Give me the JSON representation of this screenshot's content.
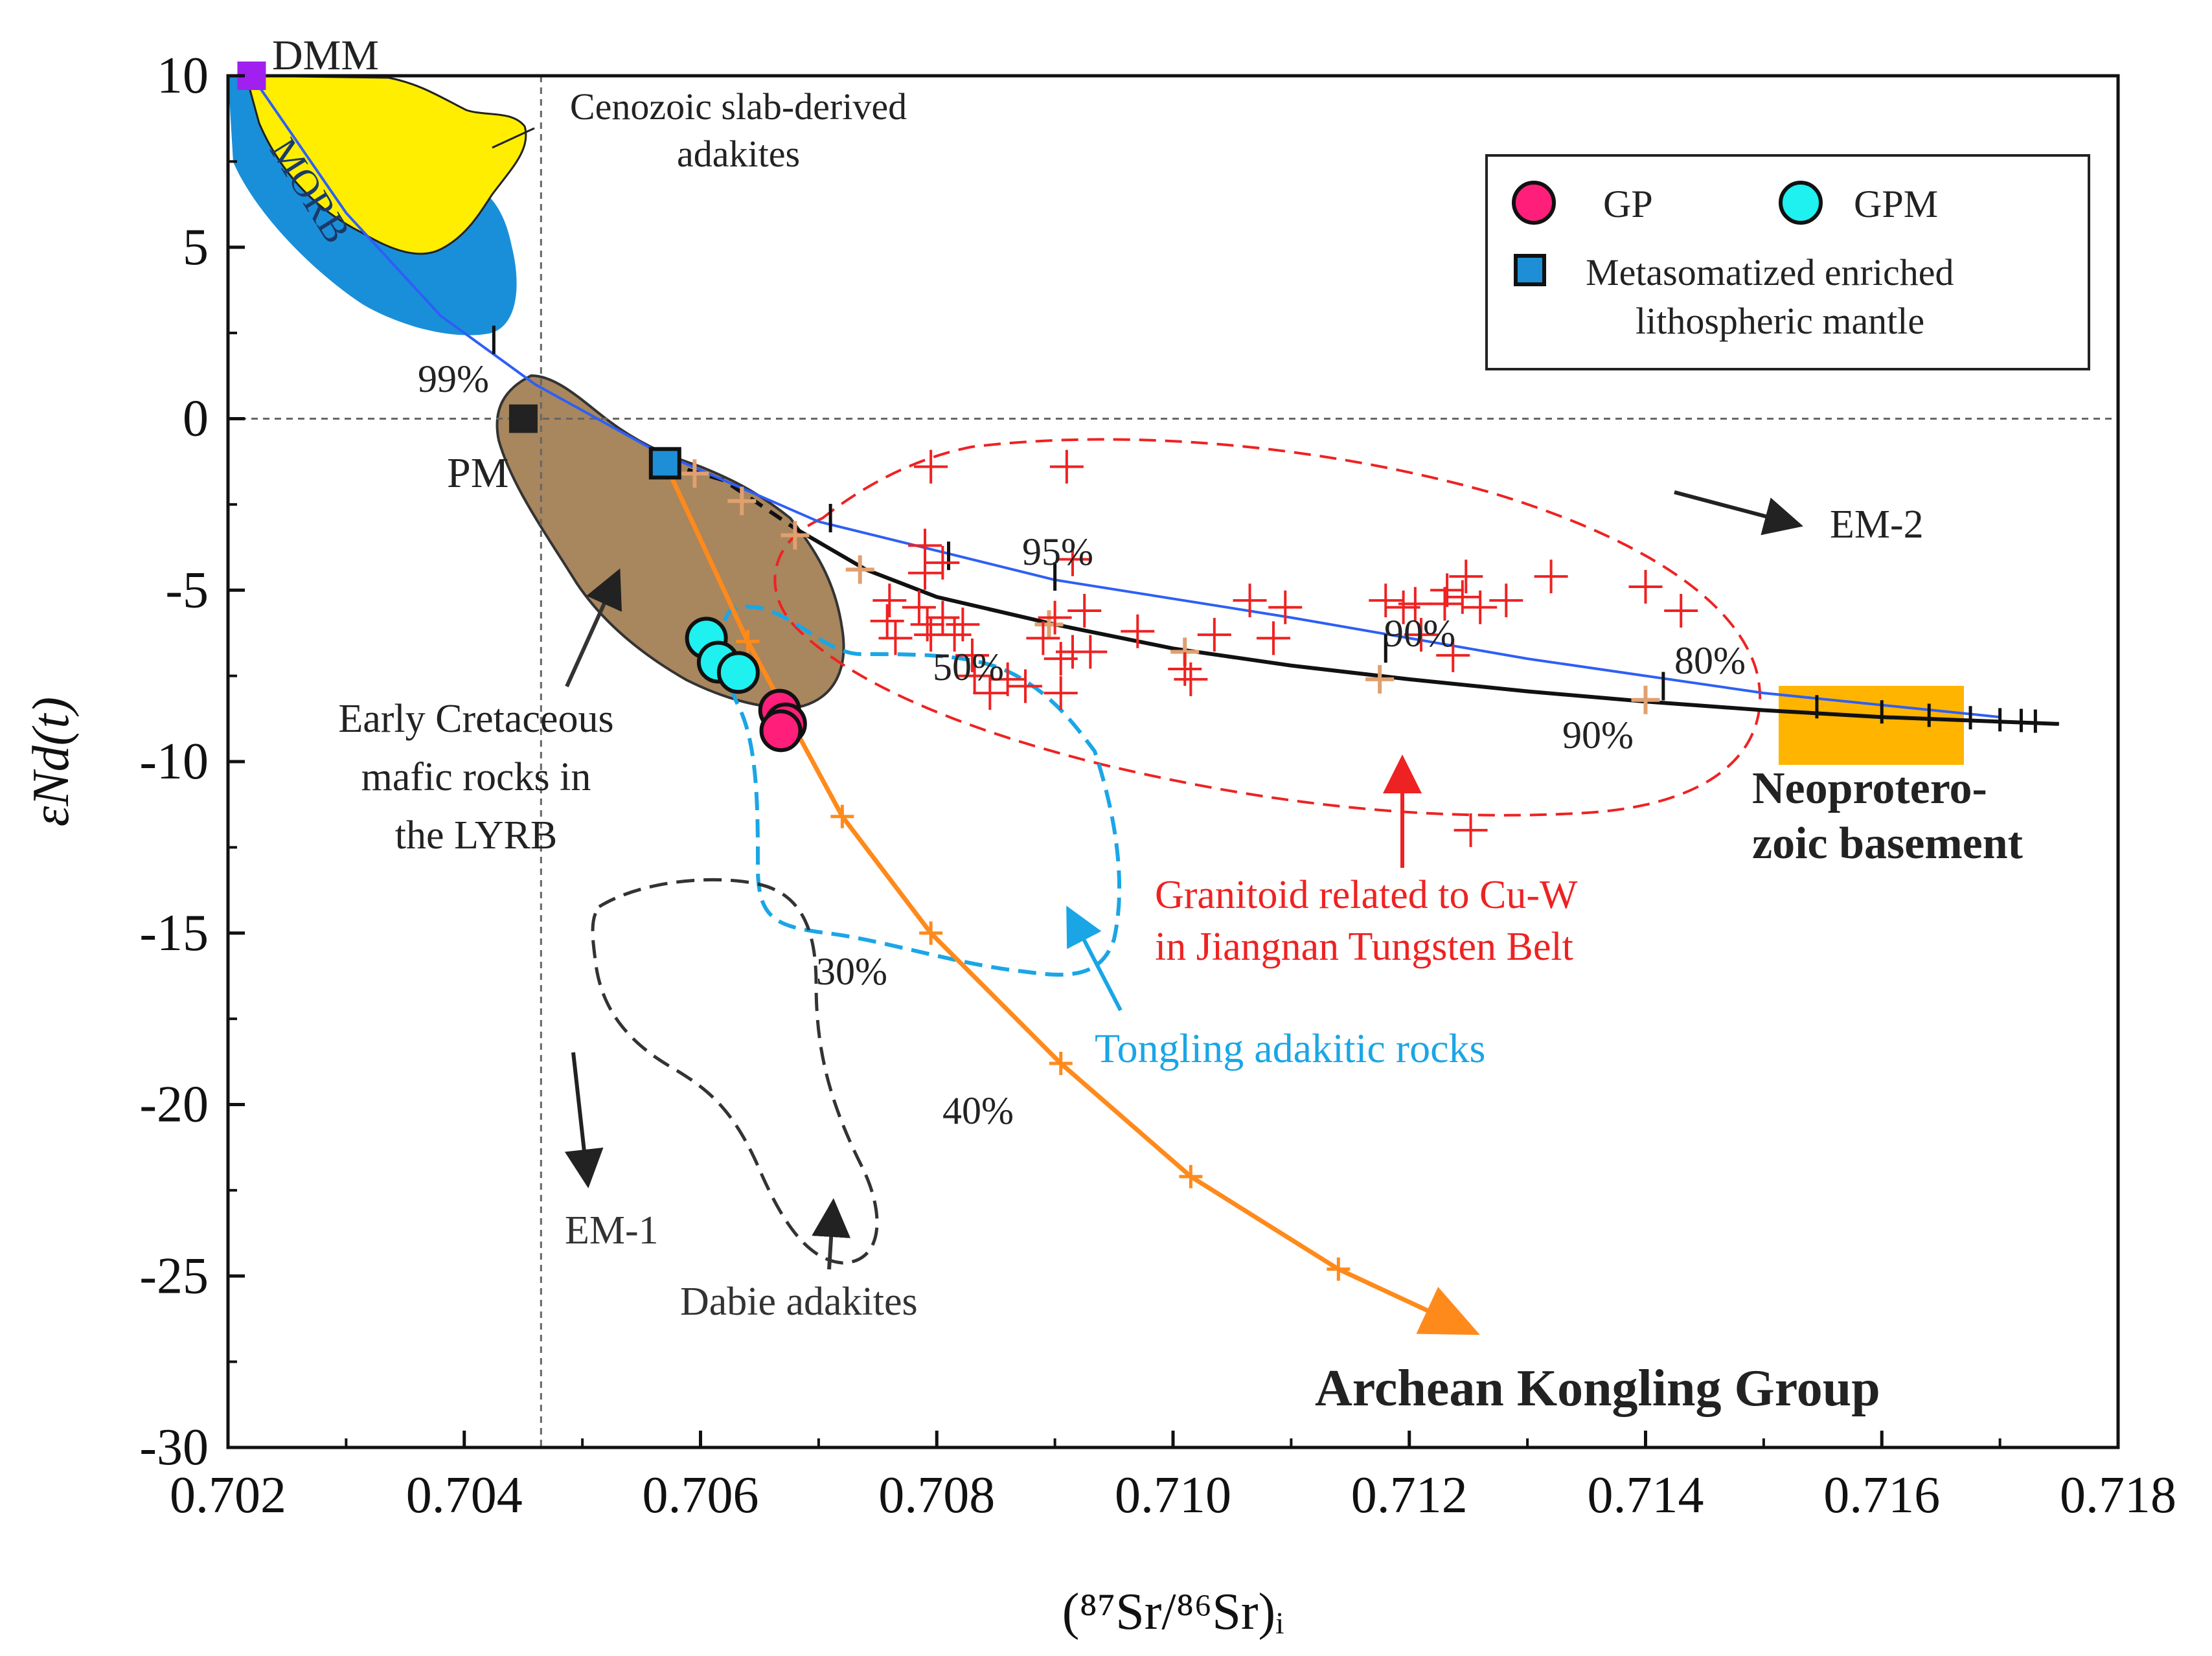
{
  "chart_data": {
    "type": "scatter",
    "xlabel": "(⁸⁷Sr/⁸⁶Sr)ᵢ",
    "ylabel": "εNd(t)",
    "xlim": [
      0.702,
      0.718
    ],
    "ylim": [
      -30,
      10
    ],
    "x_ticks": [
      0.702,
      0.704,
      0.706,
      0.708,
      0.71,
      0.712,
      0.714,
      0.716,
      0.718
    ],
    "x_tick_labels": [
      "0.702",
      "0.704",
      "0.706",
      "0.708",
      "0.710",
      "0.712",
      "0.714",
      "0.716",
      "0.718"
    ],
    "y_ticks": [
      10,
      5,
      0,
      -5,
      -10,
      -15,
      -20,
      -25,
      -30
    ],
    "y_tick_labels": [
      "10",
      "5",
      "0",
      "-5",
      "-10",
      "-15",
      "-20",
      "-25",
      "-30"
    ],
    "grid": false,
    "legend": {
      "placement": "top-right",
      "entries": [
        {
          "label": "GP",
          "marker": "circle",
          "color": "#ff1f7a"
        },
        {
          "label": "GPM",
          "marker": "circle",
          "color": "#1ff0f0"
        },
        {
          "label": "Metasomatized enriched",
          "label2": "lithospheric mantle",
          "marker": "square",
          "color": "#1e8fd6"
        }
      ]
    },
    "series": [
      {
        "name": "GP",
        "color": "#ff1f7a",
        "points": [
          [
            0.70667,
            -8.5
          ],
          [
            0.70672,
            -8.9
          ],
          [
            0.70668,
            -9.1
          ]
        ]
      },
      {
        "name": "GPM",
        "color": "#1ff0f0",
        "points": [
          [
            0.70605,
            -6.4
          ],
          [
            0.70615,
            -7.1
          ],
          [
            0.70632,
            -7.4
          ]
        ]
      },
      {
        "name": "Metasomatized enriched lithospheric mantle",
        "color": "#1e8fd6",
        "points": [
          [
            0.7057,
            -1.3
          ]
        ]
      },
      {
        "name": "DMM",
        "color": "#a020f0",
        "points": [
          [
            0.7022,
            10.0
          ]
        ]
      },
      {
        "name": "PM",
        "color": "#222222",
        "points": [
          [
            0.7045,
            0.0
          ]
        ]
      },
      {
        "name": "Granitoid related to Cu-W in Jiangnan Tungsten Belt",
        "color": "#ee2222",
        "points": [
          [
            0.70795,
            -1.4
          ],
          [
            0.7091,
            -1.4
          ],
          [
            0.7079,
            -3.7
          ],
          [
            0.70805,
            -4.2
          ],
          [
            0.7079,
            -4.5
          ],
          [
            0.70915,
            -4.1
          ],
          [
            0.7076,
            -5.3
          ],
          [
            0.70758,
            -5.9
          ],
          [
            0.70765,
            -6.4
          ],
          [
            0.70785,
            -5.5
          ],
          [
            0.70792,
            -6.0
          ],
          [
            0.70795,
            -6.3
          ],
          [
            0.70805,
            -5.8
          ],
          [
            0.70815,
            -6.3
          ],
          [
            0.70822,
            -6.0
          ],
          [
            0.7083,
            -6.9
          ],
          [
            0.70832,
            -7.5
          ],
          [
            0.70845,
            -8.0
          ],
          [
            0.7086,
            -7.6
          ],
          [
            0.70875,
            -7.8
          ],
          [
            0.7089,
            -6.4
          ],
          [
            0.709,
            -5.8
          ],
          [
            0.70905,
            -7.0
          ],
          [
            0.70915,
            -6.8
          ],
          [
            0.70905,
            -8.0
          ],
          [
            0.70925,
            -5.6
          ],
          [
            0.7093,
            -6.8
          ],
          [
            0.7097,
            -6.2
          ],
          [
            0.7101,
            -7.3
          ],
          [
            0.71015,
            -7.6
          ],
          [
            0.71035,
            -6.3
          ],
          [
            0.71065,
            -5.3
          ],
          [
            0.71085,
            -6.4
          ],
          [
            0.71095,
            -5.5
          ],
          [
            0.7118,
            -5.3
          ],
          [
            0.71195,
            -5.5
          ],
          [
            0.71205,
            -5.4
          ],
          [
            0.7121,
            -6.3
          ],
          [
            0.7123,
            -5.4
          ],
          [
            0.71232,
            -5.0
          ],
          [
            0.71237,
            -6.9
          ],
          [
            0.71245,
            -5.2
          ],
          [
            0.71248,
            -4.6
          ],
          [
            0.7126,
            -5.5
          ],
          [
            0.71282,
            -5.3
          ],
          [
            0.7132,
            -4.6
          ],
          [
            0.714,
            -4.9
          ],
          [
            0.7143,
            -5.6
          ],
          [
            0.71252,
            -12.0
          ]
        ]
      }
    ],
    "mixing_curves": [
      {
        "name": "Archean Kongling Group",
        "color": "#ff8a1c",
        "points": [
          [
            0.7057,
            -1.3
          ],
          [
            0.7064,
            -6.5
          ],
          [
            0.7072,
            -11.6
          ],
          [
            0.70795,
            -15.0
          ],
          [
            0.70905,
            -18.8
          ],
          [
            0.71015,
            -22.1
          ],
          [
            0.7114,
            -24.8
          ],
          [
            0.7124,
            -26.4
          ]
        ]
      },
      {
        "name": "Neoproterozoic basement",
        "color": "#111111",
        "dashed_until": 0.707,
        "points": [
          [
            0.7057,
            -1.3
          ],
          [
            0.7062,
            -1.8
          ],
          [
            0.7068,
            -3.2
          ],
          [
            0.7074,
            -4.4
          ],
          [
            0.708,
            -5.2
          ],
          [
            0.709,
            -6.0
          ],
          [
            0.71,
            -6.7
          ],
          [
            0.711,
            -7.2
          ],
          [
            0.712,
            -7.6
          ],
          [
            0.713,
            -7.95
          ],
          [
            0.714,
            -8.25
          ],
          [
            0.715,
            -8.5
          ],
          [
            0.716,
            -8.7
          ],
          [
            0.7175,
            -8.9
          ]
        ]
      },
      {
        "name": "DMM–Neoproterozoic basement",
        "color": "#2e5ff5",
        "points": [
          [
            0.7022,
            10.0
          ],
          [
            0.703,
            6.0
          ],
          [
            0.7038,
            3.0
          ],
          [
            0.7046,
            1.0
          ],
          [
            0.7056,
            -0.9
          ],
          [
            0.707,
            -3.0
          ],
          [
            0.709,
            -4.7
          ],
          [
            0.711,
            -5.8
          ],
          [
            0.713,
            -7.0
          ],
          [
            0.715,
            -8.0
          ],
          [
            0.717,
            -8.7
          ]
        ]
      }
    ],
    "mix_marks_orange": [
      [
        0.70595,
        -1.6
      ],
      [
        0.70635,
        -2.4
      ],
      [
        0.7068,
        -3.4
      ],
      [
        0.70735,
        -4.4
      ],
      [
        0.70895,
        -6.0
      ],
      [
        0.7101,
        -6.8
      ],
      [
        0.71175,
        -7.6
      ],
      [
        0.714,
        -8.2
      ]
    ],
    "mix_marks_black": [
      [
        0.71545,
        -8.4
      ],
      [
        0.716,
        -8.55
      ],
      [
        0.7164,
        -8.65
      ],
      [
        0.71675,
        -8.72
      ],
      [
        0.717,
        -8.78
      ],
      [
        0.71718,
        -8.8
      ],
      [
        0.7173,
        -8.82
      ]
    ],
    "ticks_on_blue": [
      [
        0.70425,
        2.3
      ],
      [
        0.7071,
        -2.9
      ],
      [
        0.7081,
        -4.0
      ],
      [
        0.709,
        -4.6
      ],
      [
        0.7118,
        -6.7
      ],
      [
        0.71415,
        -7.8
      ]
    ],
    "reference_lines": {
      "x": 0.70465,
      "y": 0
    }
  },
  "fields": {
    "morb_label": "MORB",
    "early_cretaceous_label": [
      "Early Cretaceous",
      "mafic rocks in",
      "the LYRB"
    ],
    "cenozoic_label": [
      "Cenozoic slab-derived",
      "adakites"
    ],
    "granitoid_label": [
      "Granitoid related to Cu-W",
      "in Jiangnan Tungsten Belt"
    ],
    "tongling_label": "Tongling adakitic rocks",
    "dabie_label": "Dabie adakites",
    "neoproterozoic_label": [
      "Neoprotero-",
      "zoic basement"
    ],
    "archean_label": "Archean Kongling Group",
    "em1_label": "EM-1",
    "em2_label": "EM-2",
    "dmm_label": "DMM",
    "pm_label": "PM"
  },
  "percent_labels": {
    "p99": "99%",
    "p95": "95%",
    "p90a": "90%",
    "p80": "80%",
    "p90b": "90%",
    "p50": "50%",
    "p30": "30%",
    "p40": "40%"
  },
  "colors": {
    "morb": "#1a8fd9",
    "cenozoic": "#ffee00",
    "early_cretaceous": "#a8865e",
    "neoproterozoic_box": "#ffb400",
    "granitoid_field": "#ee2222",
    "tongling_field": "#1aa6e6",
    "dabie_field": "#333333",
    "orange": "#ff8a1c"
  }
}
